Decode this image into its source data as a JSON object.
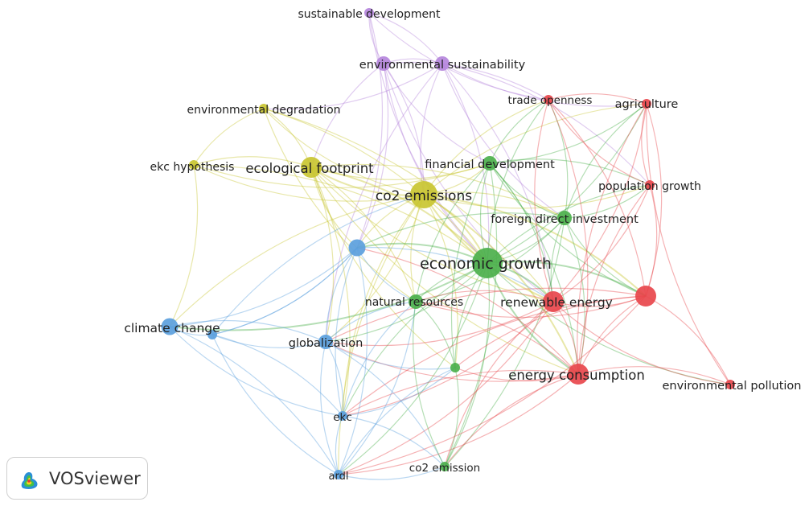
{
  "app": {
    "name": "VOSviewer"
  },
  "network": {
    "nodes": [
      {
        "id": "sd",
        "label": "sustainable development",
        "cluster": "purple",
        "weight": 1
      },
      {
        "id": "es",
        "label": "environmental sustainability",
        "cluster": "purple",
        "weight": 2
      },
      {
        "id": "es2",
        "label": "",
        "cluster": "purple",
        "weight": 2
      },
      {
        "id": "to",
        "label": "trade openness",
        "cluster": "red",
        "weight": 1
      },
      {
        "id": "ag",
        "label": "agriculture",
        "cluster": "red",
        "weight": 1
      },
      {
        "id": "ed",
        "label": "environmental degradation",
        "cluster": "yellow",
        "weight": 1
      },
      {
        "id": "ekch",
        "label": "ekc hypothesis",
        "cluster": "yellow",
        "weight": 1
      },
      {
        "id": "ef",
        "label": "ecological footprint",
        "cluster": "yellow",
        "weight": 4
      },
      {
        "id": "fd",
        "label": "financial development",
        "cluster": "green",
        "weight": 2
      },
      {
        "id": "pg",
        "label": "population growth",
        "cluster": "red",
        "weight": 1
      },
      {
        "id": "co2",
        "label": "co2 emissions",
        "cluster": "yellow",
        "weight": 6
      },
      {
        "id": "fdi",
        "label": "foreign direct investment",
        "cluster": "green",
        "weight": 2
      },
      {
        "id": "blue1",
        "label": "",
        "cluster": "blue",
        "weight": 3
      },
      {
        "id": "eg",
        "label": "economic growth",
        "cluster": "green",
        "weight": 7
      },
      {
        "id": "nr",
        "label": "natural resources",
        "cluster": "green",
        "weight": 2
      },
      {
        "id": "re",
        "label": "renewable energy",
        "cluster": "red",
        "weight": 4
      },
      {
        "id": "red1",
        "label": "",
        "cluster": "red",
        "weight": 4
      },
      {
        "id": "cc",
        "label": "climate change",
        "cluster": "blue",
        "weight": 3
      },
      {
        "id": "blue2",
        "label": "",
        "cluster": "blue",
        "weight": 1
      },
      {
        "id": "gl",
        "label": "globalization",
        "cluster": "blue",
        "weight": 2
      },
      {
        "id": "green2",
        "label": "",
        "cluster": "green",
        "weight": 1
      },
      {
        "id": "ec",
        "label": "energy consumption",
        "cluster": "red",
        "weight": 5
      },
      {
        "id": "ep",
        "label": "environmental pollution",
        "cluster": "red",
        "weight": 1
      },
      {
        "id": "ekc",
        "label": "ekc",
        "cluster": "blue",
        "weight": 1
      },
      {
        "id": "co2e",
        "label": "co2 emission",
        "cluster": "green",
        "weight": 1
      },
      {
        "id": "ardl",
        "label": "ardl",
        "cluster": "blue",
        "weight": 1
      }
    ],
    "links": [
      [
        "sd",
        "es"
      ],
      [
        "sd",
        "es2"
      ],
      [
        "sd",
        "to"
      ],
      [
        "sd",
        "blue1"
      ],
      [
        "sd",
        "eg"
      ],
      [
        "es",
        "es2"
      ],
      [
        "es",
        "eg"
      ],
      [
        "es",
        "blue1"
      ],
      [
        "es",
        "ef"
      ],
      [
        "es",
        "to"
      ],
      [
        "es",
        "re"
      ],
      [
        "es",
        "co2"
      ],
      [
        "es",
        "fd"
      ],
      [
        "es2",
        "eg"
      ],
      [
        "es2",
        "co2"
      ],
      [
        "es2",
        "re"
      ],
      [
        "es2",
        "ag"
      ],
      [
        "es2",
        "ed"
      ],
      [
        "es2",
        "gl"
      ],
      [
        "es2",
        "pg"
      ],
      [
        "es2",
        "fdi"
      ],
      [
        "ed",
        "ef"
      ],
      [
        "ed",
        "co2"
      ],
      [
        "ed",
        "eg"
      ],
      [
        "ed",
        "ekch"
      ],
      [
        "ed",
        "re"
      ],
      [
        "ed",
        "nr"
      ],
      [
        "ekch",
        "ef"
      ],
      [
        "ekch",
        "co2"
      ],
      [
        "ekch",
        "eg"
      ],
      [
        "ekch",
        "fd"
      ],
      [
        "ekch",
        "cc"
      ],
      [
        "ef",
        "co2"
      ],
      [
        "ef",
        "eg"
      ],
      [
        "ef",
        "fd"
      ],
      [
        "ef",
        "nr"
      ],
      [
        "ef",
        "re"
      ],
      [
        "ef",
        "gl"
      ],
      [
        "ef",
        "ec"
      ],
      [
        "ef",
        "fdi"
      ],
      [
        "ef",
        "green2"
      ],
      [
        "ef",
        "ekc"
      ],
      [
        "ef",
        "blue1"
      ],
      [
        "co2",
        "eg"
      ],
      [
        "co2",
        "fd"
      ],
      [
        "co2",
        "fdi"
      ],
      [
        "co2",
        "re"
      ],
      [
        "co2",
        "ec"
      ],
      [
        "co2",
        "nr"
      ],
      [
        "co2",
        "red1"
      ],
      [
        "co2",
        "pg"
      ],
      [
        "co2",
        "to"
      ],
      [
        "co2",
        "blue1"
      ],
      [
        "co2",
        "gl"
      ],
      [
        "co2",
        "cc"
      ],
      [
        "co2",
        "ag"
      ],
      [
        "co2",
        "ekc"
      ],
      [
        "co2",
        "green2"
      ],
      [
        "co2",
        "ardl"
      ],
      [
        "eg",
        "fd"
      ],
      [
        "eg",
        "fdi"
      ],
      [
        "eg",
        "re"
      ],
      [
        "eg",
        "ec"
      ],
      [
        "eg",
        "red1"
      ],
      [
        "eg",
        "nr"
      ],
      [
        "eg",
        "to"
      ],
      [
        "eg",
        "ag"
      ],
      [
        "eg",
        "pg"
      ],
      [
        "eg",
        "blue1"
      ],
      [
        "eg",
        "gl"
      ],
      [
        "eg",
        "green2"
      ],
      [
        "eg",
        "co2e"
      ],
      [
        "eg",
        "ekc"
      ],
      [
        "eg",
        "ardl"
      ],
      [
        "eg",
        "ep"
      ],
      [
        "eg",
        "cc"
      ],
      [
        "fd",
        "fdi"
      ],
      [
        "fd",
        "re"
      ],
      [
        "fd",
        "nr"
      ],
      [
        "fd",
        "ec"
      ],
      [
        "fd",
        "green2"
      ],
      [
        "fd",
        "to"
      ],
      [
        "fd",
        "ag"
      ],
      [
        "fd",
        "pg"
      ],
      [
        "fd",
        "red1"
      ],
      [
        "fd",
        "co2e"
      ],
      [
        "fdi",
        "re"
      ],
      [
        "fdi",
        "ec"
      ],
      [
        "fdi",
        "red1"
      ],
      [
        "fdi",
        "ag"
      ],
      [
        "fdi",
        "to"
      ],
      [
        "fdi",
        "nr"
      ],
      [
        "fdi",
        "pg"
      ],
      [
        "fdi",
        "co2e"
      ],
      [
        "fdi",
        "blue1"
      ],
      [
        "to",
        "ag"
      ],
      [
        "to",
        "pg"
      ],
      [
        "to",
        "red1"
      ],
      [
        "to",
        "re"
      ],
      [
        "to",
        "ec"
      ],
      [
        "ag",
        "pg"
      ],
      [
        "ag",
        "red1"
      ],
      [
        "ag",
        "ec"
      ],
      [
        "ag",
        "re"
      ],
      [
        "ag",
        "ep"
      ],
      [
        "pg",
        "red1"
      ],
      [
        "pg",
        "ec"
      ],
      [
        "pg",
        "re"
      ],
      [
        "re",
        "red1"
      ],
      [
        "re",
        "ec"
      ],
      [
        "re",
        "nr"
      ],
      [
        "re",
        "gl"
      ],
      [
        "re",
        "ep"
      ],
      [
        "re",
        "ekc"
      ],
      [
        "re",
        "co2e"
      ],
      [
        "re",
        "ardl"
      ],
      [
        "red1",
        "ec"
      ],
      [
        "red1",
        "ep"
      ],
      [
        "red1",
        "gl"
      ],
      [
        "red1",
        "ardl"
      ],
      [
        "red1",
        "ekc"
      ],
      [
        "red1",
        "nr"
      ],
      [
        "red1",
        "green2"
      ],
      [
        "ec",
        "ep"
      ],
      [
        "ec",
        "nr"
      ],
      [
        "ec",
        "gl"
      ],
      [
        "ec",
        "ekc"
      ],
      [
        "ec",
        "ardl"
      ],
      [
        "ec",
        "co2e"
      ],
      [
        "ec",
        "green2"
      ],
      [
        "ec",
        "blue1"
      ],
      [
        "blue1",
        "cc"
      ],
      [
        "blue1",
        "gl"
      ],
      [
        "blue1",
        "blue2"
      ],
      [
        "blue1",
        "ekc"
      ],
      [
        "blue1",
        "ardl"
      ],
      [
        "blue1",
        "nr"
      ],
      [
        "blue1",
        "re"
      ],
      [
        "cc",
        "blue2"
      ],
      [
        "cc",
        "gl"
      ],
      [
        "cc",
        "ekc"
      ],
      [
        "cc",
        "ardl"
      ],
      [
        "blue2",
        "gl"
      ],
      [
        "blue2",
        "ekc"
      ],
      [
        "blue2",
        "ardl"
      ],
      [
        "blue2",
        "co2"
      ],
      [
        "blue2",
        "blue1"
      ],
      [
        "gl",
        "ekc"
      ],
      [
        "gl",
        "ardl"
      ],
      [
        "gl",
        "nr"
      ],
      [
        "gl",
        "green2"
      ],
      [
        "gl",
        "co2e"
      ],
      [
        "ekc",
        "ardl"
      ],
      [
        "ekc",
        "co2e"
      ],
      [
        "ekc",
        "green2"
      ],
      [
        "ekc",
        "nr"
      ],
      [
        "ardl",
        "co2e"
      ],
      [
        "ardl",
        "green2"
      ],
      [
        "ardl",
        "nr"
      ],
      [
        "nr",
        "green2"
      ],
      [
        "nr",
        "co2e"
      ],
      [
        "green2",
        "co2e"
      ]
    ]
  },
  "colors": {
    "purple": "#b586dc",
    "red": "#e8474c",
    "yellow": "#c9c631",
    "green": "#4cb04c",
    "blue": "#5ba0dd"
  }
}
